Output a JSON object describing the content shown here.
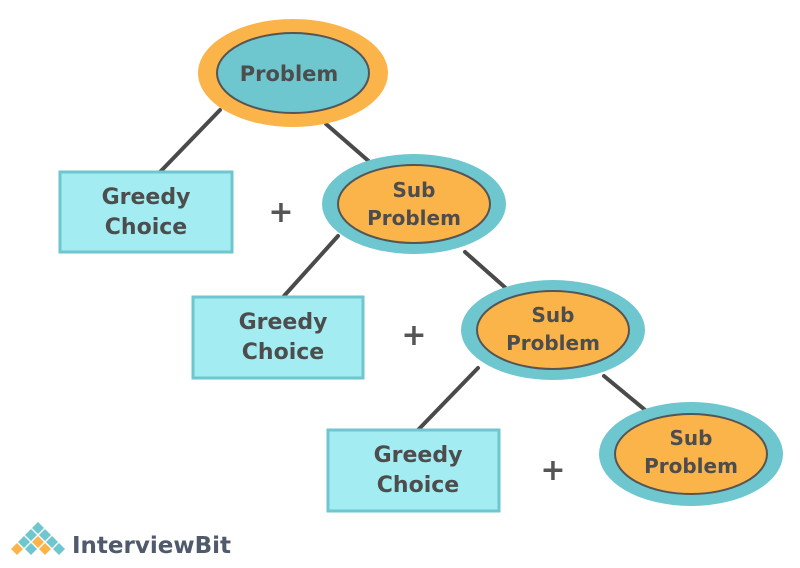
{
  "diagram": {
    "root": {
      "label": "Problem"
    },
    "levels": [
      {
        "choice": {
          "line1": "Greedy",
          "line2": "Choice"
        },
        "plus": "+",
        "sub": {
          "line1": "Sub",
          "line2": "Problem"
        }
      },
      {
        "choice": {
          "line1": "Greedy",
          "line2": "Choice"
        },
        "plus": "+",
        "sub": {
          "line1": "Sub",
          "line2": "Problem"
        }
      },
      {
        "choice": {
          "line1": "Greedy",
          "line2": "Choice"
        },
        "plus": "+",
        "sub": {
          "line1": "Sub",
          "line2": "Problem"
        }
      }
    ]
  },
  "logo": {
    "text": "InterviewBit"
  },
  "colors": {
    "teal": "#6ec6cf",
    "orange": "#fbb449",
    "box_fill": "#a3edf2",
    "box_border": "#6ec6cf",
    "line": "#4a4a4a",
    "text": "#4d4d4d"
  }
}
